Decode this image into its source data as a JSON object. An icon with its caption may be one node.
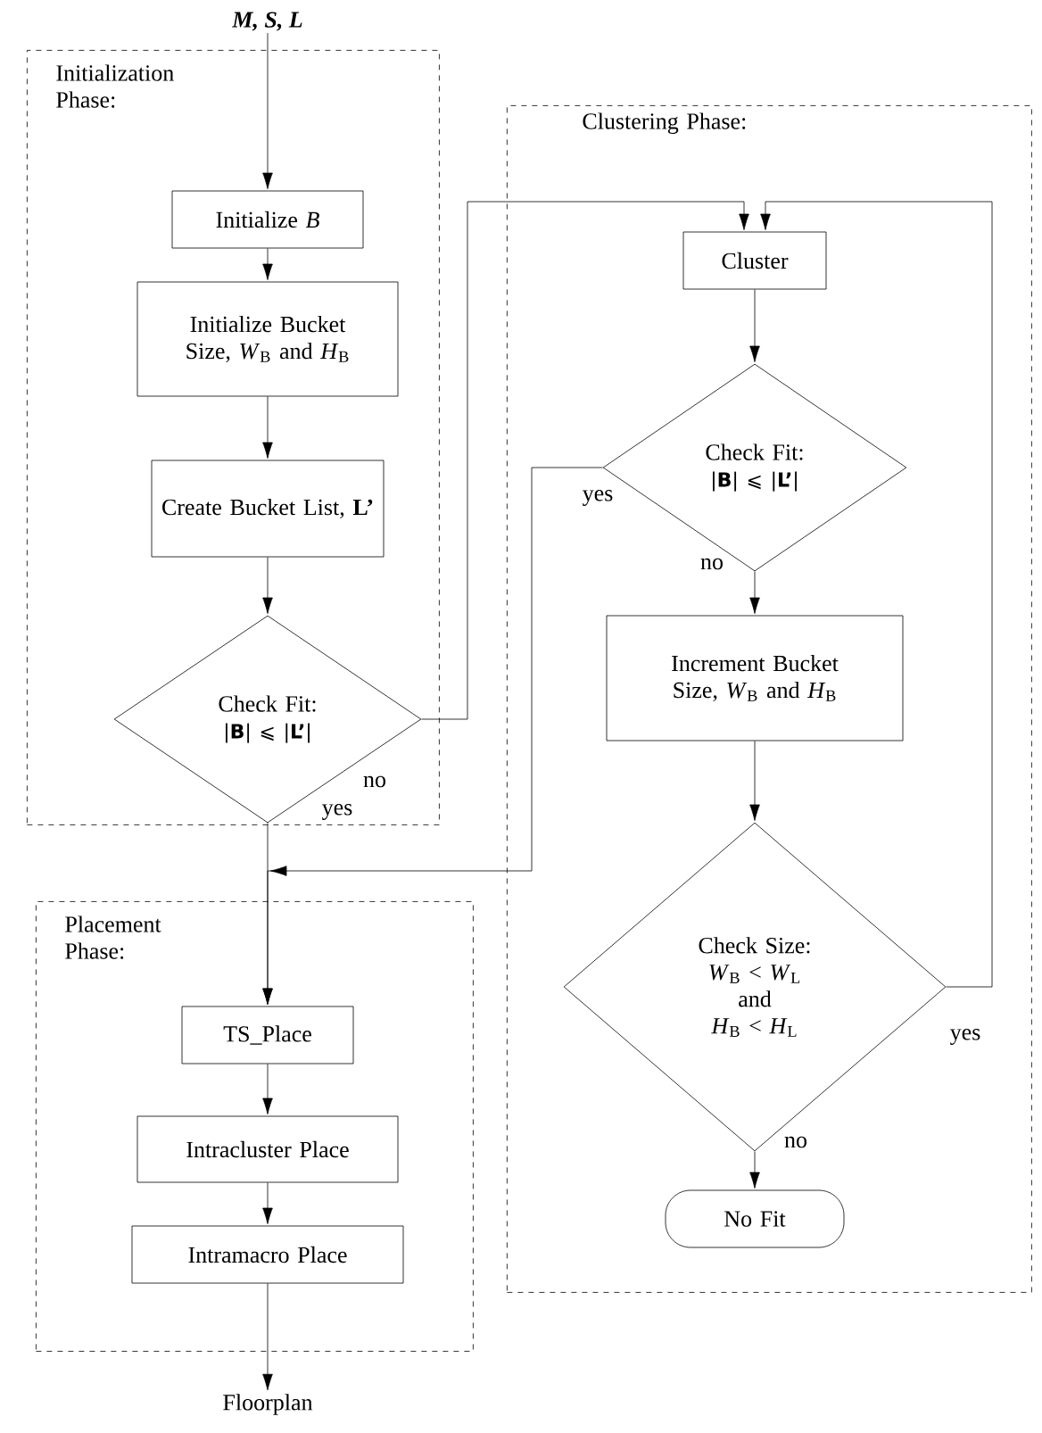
{
  "diagram": {
    "nodes": [
      {
        "text": [
          "Initialization Phase:"
        ]
      },
      {
        "text": [
          "M, S, L"
        ]
      },
      {
        "text": [
          "Initialize *B*"
        ],
        "in": 0
      },
      {
        "text": [
          "Initialize Bucket Size, *W*$_{B}$ and *H*$_{B}$"
        ],
        "in": 0
      },
      {
        "text": [
          "Create Bucket List, **L’**"
        ],
        "in": 0
      },
      {
        "text": [
          "Check Fit:",
          "|**B**| ⩽ |**L’**|"
        ],
        "in": 0
      },
      {
        "text": [
          "Clustering Phase:"
        ]
      },
      {
        "text": [
          "Cluster"
        ],
        "in": 6
      },
      {
        "text": [
          "Check Fit:",
          "|**B**| ⩽ |**L’**|"
        ],
        "in": 6
      },
      {
        "text": [
          "Increment Bucket Size, *W*$_{B}$ and *H*$_{B}$"
        ],
        "in": 6
      },
      {
        "text": [
          "Check Size:",
          "*W*$_{B}$ < *W*$_{L}$",
          "and",
          "*H*$_{B}$ < *H*$_{L}$"
        ],
        "in": 6
      },
      {
        "text": [
          "No Fit"
        ],
        "in": 6
      },
      {
        "text": [
          "Placement Phase:"
        ]
      },
      {
        "text": [
          "TS_Place"
        ],
        "in": 12
      },
      {
        "text": [
          "Intracluster Place"
        ],
        "in": 12
      },
      {
        "text": [
          "Intramacro Place"
        ],
        "in": 12
      },
      {
        "text": [
          "Floorplan"
        ]
      }
    ],
    "edges": [
      {
        "from": 1,
        "to": 2,
        "arrow": "to"
      },
      {
        "from": 2,
        "to": 3,
        "arrow": "to"
      },
      {
        "from": 3,
        "to": 4,
        "arrow": "to"
      },
      {
        "from": 4,
        "to": 5,
        "arrow": "to"
      },
      {
        "from": 5,
        "to": 7,
        "arrow": "to",
        "label": "no"
      },
      {
        "from": 5,
        "to": 13,
        "arrow": "to",
        "label": "yes"
      },
      {
        "from": 7,
        "to": 8,
        "arrow": "to"
      },
      {
        "from": 8,
        "to": 9,
        "arrow": "to",
        "label": "no"
      },
      {
        "from": 8,
        "to": 13,
        "arrow": "to",
        "label": "yes"
      },
      {
        "from": 9,
        "to": 10,
        "arrow": "to"
      },
      {
        "from": 10,
        "to": 7,
        "arrow": "to",
        "label": "yes"
      },
      {
        "from": 10,
        "to": 11,
        "arrow": "to",
        "label": "no"
      },
      {
        "from": 13,
        "to": 14,
        "arrow": "to"
      },
      {
        "from": 14,
        "to": 15,
        "arrow": "to"
      },
      {
        "from": 15,
        "to": 16,
        "arrow": "to"
      }
    ]
  }
}
